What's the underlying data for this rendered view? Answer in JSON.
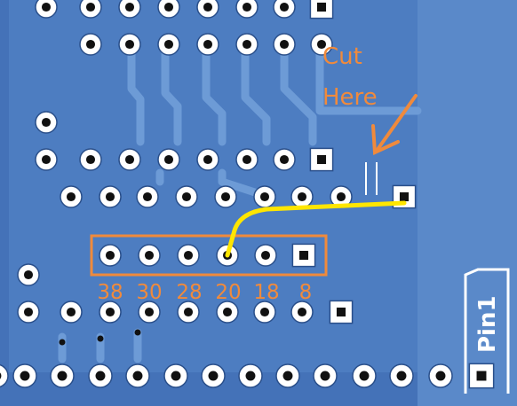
{
  "annotation": {
    "line1": "Cut",
    "line2": "Here"
  },
  "pin_numbers": [
    "38",
    "30",
    "28",
    "20",
    "18",
    "8"
  ],
  "silkscreen": {
    "pin1": "Pin1"
  },
  "colors": {
    "board": "#3f6fb5",
    "board_light": "#5b88c8",
    "trace": "#6d9bd6",
    "pad_ring": "#ffffff",
    "pad_hole": "#111111",
    "annotation": "#f08a3c",
    "jumper_wire": "#ffe600",
    "silkscreen": "#ffffff"
  }
}
